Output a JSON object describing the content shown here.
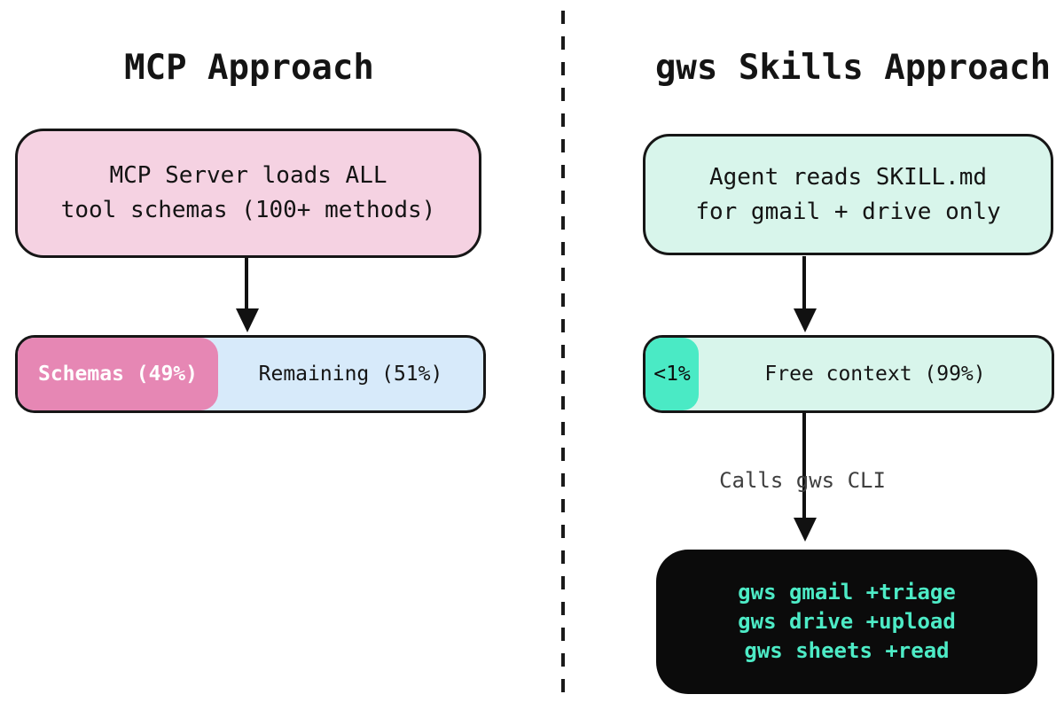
{
  "left": {
    "title": "MCP Approach",
    "box": {
      "line1": "MCP Server loads ALL",
      "line2": "tool schemas (100+ methods)"
    },
    "bar": {
      "used_label": "Schemas (49%)",
      "used_pct": 49,
      "free_label": "Remaining (51%)",
      "free_pct": 51
    }
  },
  "right": {
    "title": "gws Skills Approach",
    "box": {
      "line1": "Agent reads SKILL.md",
      "line2": "for gmail + drive only"
    },
    "bar": {
      "used_label": "<1%",
      "free_label": "Free context (99%)",
      "free_pct": 99
    },
    "arrow_label": "Calls gws CLI",
    "terminal": {
      "line1": "gws gmail +triage",
      "line2": "gws drive +upload",
      "line3": "gws sheets +read"
    }
  },
  "colors": {
    "mcp_box_fill": "#f5d2e2",
    "mcp_bar_used": "#e687b4",
    "mcp_bar_free": "#d7eafa",
    "gws_box_fill": "#d8f5eb",
    "gws_bar_used": "#4aeac5",
    "gws_bar_free": "#d8f5eb",
    "terminal_bg": "#0b0b0b",
    "terminal_text": "#4debc6",
    "stroke": "#161616",
    "arrow_label_text": "#3f3f3f"
  }
}
